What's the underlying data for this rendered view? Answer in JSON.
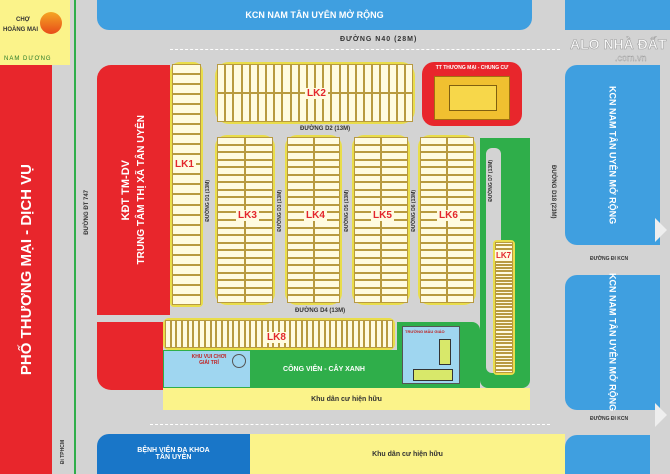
{
  "logo": {
    "line1": "CHỢ",
    "line2": "HOÀNG MAI",
    "brand": "NAM DƯƠNG"
  },
  "watermark": {
    "brand": "ALO NHÀ ĐẤT",
    "domain": ".com.vn"
  },
  "zones": {
    "kcn_top": "KCN NAM TÂN UYÊN MỞ RỘNG",
    "kcn_right_1": "KCN NAM TÂN UYÊN MỞ RỘNG",
    "kcn_right_2": "KCN NAM TÂN UYÊN MỞ RỘNG",
    "pho_thuong_mai": "PHỐ THƯƠNG MẠI - DỊCH VỤ",
    "kdt_1": "KĐT TM-DV",
    "kdt_2": "TRUNG TÂM THỊ XÃ TÂN UYÊN",
    "tt_thuong_mai": "TT THƯƠNG MẠI - CHUNG CƯ",
    "khu_vui_choi": "KHU VUI CHƠI GIẢI TRÍ",
    "cong_vien": "CÔNG VIÊN - CÂY XANH",
    "truong": "TRƯỜNG MẪU GIÁO",
    "dan_cu_1": "Khu dân cư hiện hữu",
    "dan_cu_2": "Khu dân cư hiện hữu",
    "benh_vien_1": "BỆNH VIỆN ĐA KHOA",
    "benh_vien_2": "TÂN UYÊN"
  },
  "roads": {
    "n40": "ĐƯỜNG N40 (28M)",
    "d1": "ĐƯỜNG D1 (13M)",
    "d2": "ĐƯỜNG D2 (13M)",
    "d3": "ĐƯỜNG D3 (13M)",
    "d4": "ĐƯỜNG D4 (13M)",
    "d5": "ĐƯỜNG D5 (13M)",
    "d6": "ĐƯỜNG D6 (13M)",
    "d7": "ĐƯỜNG D7 (13M)",
    "d18": "ĐƯỜNG D18 (23M)",
    "dt747": "ĐƯỜNG ĐT 747",
    "tphcm": "Đi TPHCM",
    "kcn1": "ĐƯỜNG ĐI KCN",
    "kcn2": "ĐƯỜNG ĐI KCN"
  },
  "blocks": {
    "lk1": {
      "label": "LK1",
      "lots": 24
    },
    "lk2": {
      "label": "LK2",
      "lots": 48
    },
    "lk3": {
      "label": "LK3",
      "lots": 44
    },
    "lk4": {
      "label": "LK4",
      "lots": 44
    },
    "lk5": {
      "label": "LK5",
      "lots": 44
    },
    "lk6": {
      "label": "LK6",
      "lots": 44
    },
    "lk7": {
      "label": "LK7",
      "lots": 40
    },
    "lk8": {
      "label": "LK8",
      "lots": 40
    }
  },
  "colors": {
    "industrial": "#3f9fe0",
    "commercial": "#e8262c",
    "residential": "#fbf38a",
    "park": "#2fae4a",
    "road": "#d3d3d3"
  }
}
